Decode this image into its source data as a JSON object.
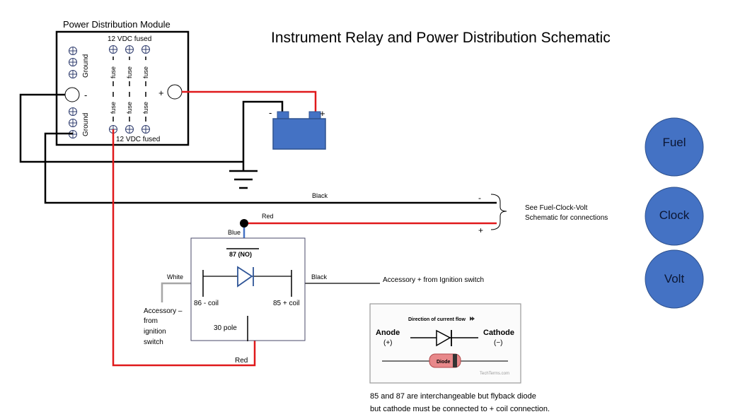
{
  "title": "Instrument Relay and Power Distribution Schematic",
  "module": {
    "title": "Power Distribution Module",
    "top_label": "12 VDC fused",
    "bottom_label": "12 VDC fused",
    "ground_label": "Ground",
    "fuse_label": "fuse",
    "minus": "-",
    "plus": "+"
  },
  "battery": {
    "minus": "-",
    "plus": "+"
  },
  "wires": {
    "black": "Black",
    "red_top": "Red",
    "blue": "Blue",
    "white": "White",
    "black_relay": "Black",
    "red_bottom": "Red"
  },
  "bracket": {
    "minus": "-",
    "plus": "+",
    "note_line1": "See Fuel-Clock-Volt",
    "note_line2": "Schematic for connections"
  },
  "relay": {
    "pin87": "87 (NO)",
    "pin86": "86 - coil",
    "pin85": "85 + coil",
    "pin30": "30 pole"
  },
  "accessory_left": [
    "Accessory –",
    "from",
    "ignition",
    "switch"
  ],
  "accessory_right": "Accessory + from Ignition switch",
  "gauges": [
    "Fuel",
    "Clock",
    "Volt"
  ],
  "diode_image": {
    "direction": "Direction of current flow",
    "anode": "Anode",
    "anode_sign": "(+)",
    "cathode": "Cathode",
    "cathode_sign": "(−)",
    "body": "Diode",
    "watermark": "TechTerms.com"
  },
  "note": [
    "85 and 87 are interchangeable but flyback diode",
    "but cathode must be connected to + coil connection."
  ],
  "colors": {
    "red": "#e0191b",
    "blue": "#4472c4",
    "gauge": "#4472c4",
    "black": "#000000",
    "white_wire": "#a6a6a6"
  }
}
